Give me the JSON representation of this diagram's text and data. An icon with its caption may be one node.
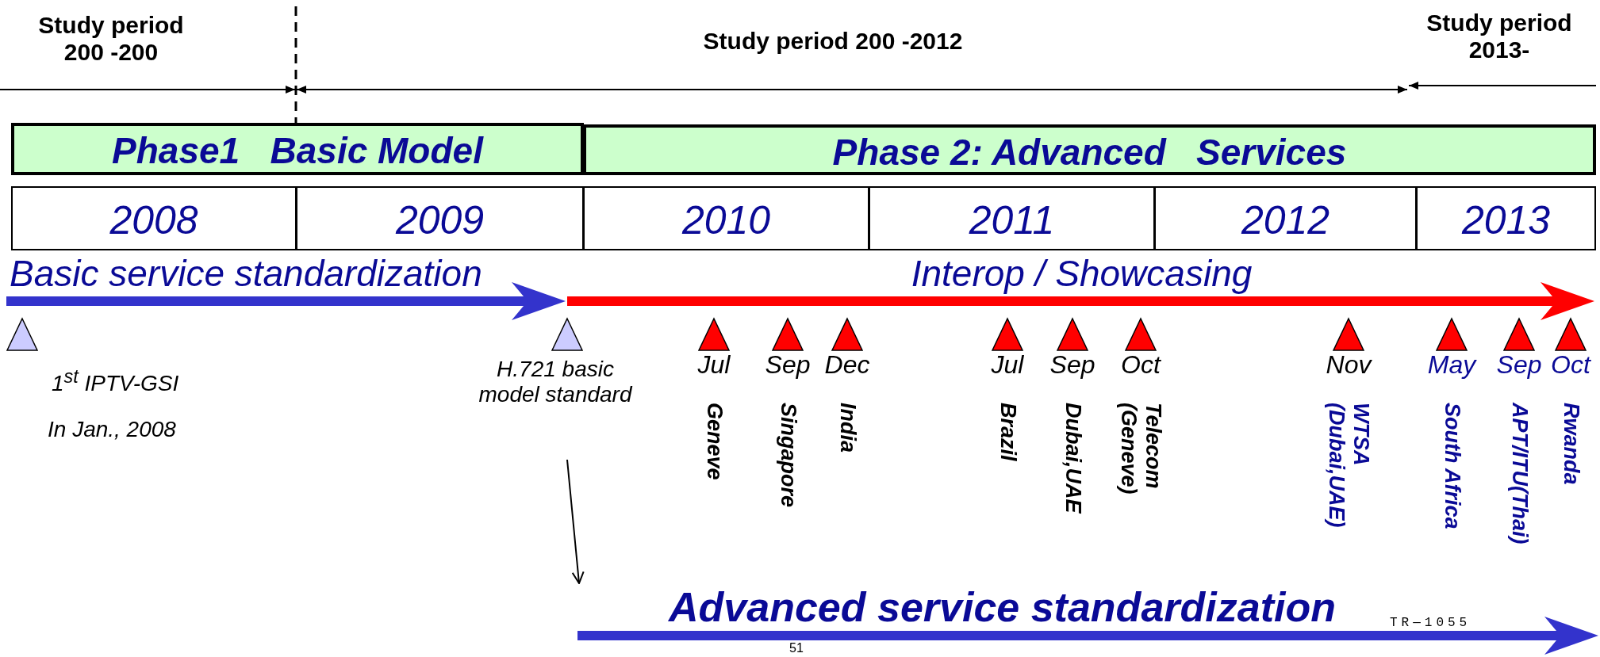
{
  "diagram": {
    "nodes": [
      {
        "text": [
          "Phase1   Basic Model"
        ]
      },
      {
        "text": [
          "Phase 2: Advanced   Services"
        ]
      },
      {
        "text": [
          "2008"
        ]
      },
      {
        "text": [
          "2009"
        ]
      },
      {
        "text": [
          "2010"
        ]
      },
      {
        "text": [
          "2011"
        ]
      },
      {
        "text": [
          "2012"
        ]
      },
      {
        "text": [
          "2013"
        ]
      },
      {
        "text": [
          "Basic service standardization"
        ]
      },
      {
        "text": [
          "Interop / Showcasing"
        ]
      },
      {
        "text": [
          "1$^{st}$ IPTV-GSI",
          "In Jan., 2008"
        ]
      },
      {
        "text": [
          "H.721 basic model standard"
        ]
      },
      {
        "text": [
          "Jul",
          "Geneve"
        ]
      },
      {
        "text": [
          "Sep",
          "Singapore"
        ]
      },
      {
        "text": [
          "Dec",
          "India"
        ]
      },
      {
        "text": [
          "Jul",
          "Brazil"
        ]
      },
      {
        "text": [
          "Sep",
          "Dubai,UAE"
        ]
      },
      {
        "text": [
          "Oct",
          "Telecom (Geneve)"
        ]
      },
      {
        "text": [
          "Nov",
          "WTSA (Dubai,UAE)"
        ]
      },
      {
        "text": [
          "May",
          "South Africa"
        ]
      },
      {
        "text": [
          "Sep",
          "APT/ITU(Thai)"
        ]
      },
      {
        "text": [
          "Oct",
          "Rwanda"
        ]
      },
      {
        "text": [
          "Advanced service standardization"
        ]
      }
    ],
    "edges": [
      {
        "from": 11,
        "to": 22,
        "arrow": "to"
      }
    ],
    "labels": [
      "Study period 200 -200",
      "Study period 200 -2012",
      "Study period 2013-",
      "51",
      "TR—1055"
    ]
  }
}
